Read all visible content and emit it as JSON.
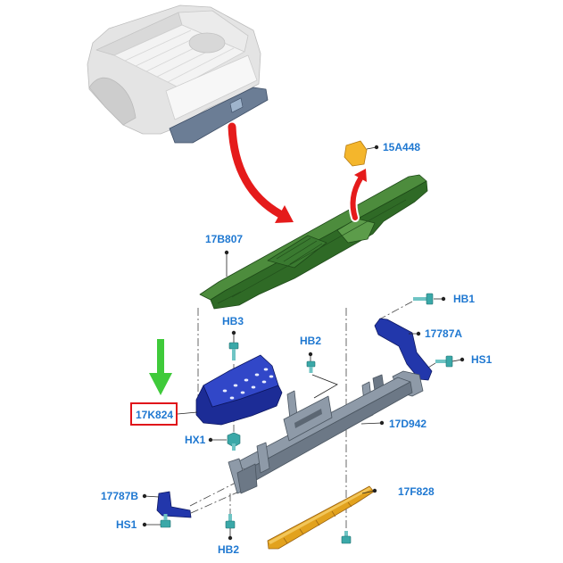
{
  "diagram": {
    "callouts": {
      "part_15A448": "15A448",
      "part_17B807": "17B807",
      "bolt_HB1": "HB1",
      "bolt_HB3": "HB3",
      "bolt_HB2_upper": "HB2",
      "part_17787A": "17787A",
      "bolt_HS1_right": "HS1",
      "part_17K824": "17K824",
      "part_17D942": "17D942",
      "bolt_HX1": "HX1",
      "part_17787B": "17787B",
      "bolt_HS1_left": "HS1",
      "bolt_HB2_lower": "HB2",
      "part_17F828": "17F828"
    }
  },
  "colors": {
    "callout_text": "#1f78d1",
    "highlight_box": "#e0141a",
    "red_arrow": "#e51b1b",
    "green_arrow": "#3fca3a",
    "bed_gray": "#e4e4e4",
    "bed_bumper": "#6b7d95",
    "bumper_top": "#4d8c3d",
    "bumper_front": "#2f6a26",
    "step_top": "#3147c8",
    "step_front": "#1c2c96",
    "bracket_blue": "#2237ab",
    "frame_gray": "#8e9aa8",
    "frame_dark": "#6c7886",
    "bar_orange": "#e2a21e",
    "bolt_teal": "#3aa8a8",
    "part_yellow": "#f4b62c"
  }
}
